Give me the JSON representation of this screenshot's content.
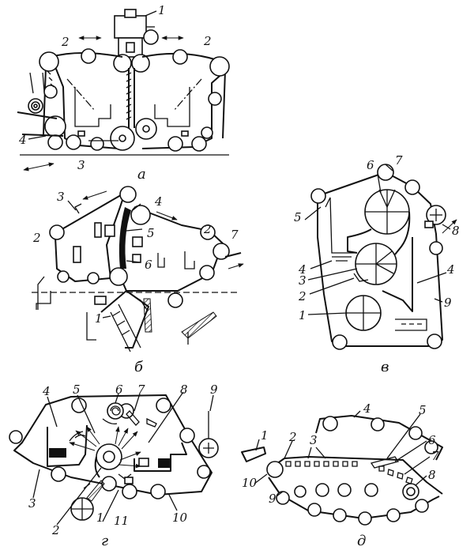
{
  "diagrams": [
    {
      "id": "a",
      "caption": "а",
      "labels": [
        {
          "id": "l1",
          "text": "1"
        },
        {
          "id": "l2a",
          "text": "2"
        },
        {
          "id": "l2b",
          "text": "2"
        },
        {
          "id": "l3",
          "text": "3"
        },
        {
          "id": "l4",
          "text": "4"
        }
      ]
    },
    {
      "id": "b",
      "caption": "б",
      "labels": [
        {
          "id": "l1",
          "text": "1"
        },
        {
          "id": "l2a",
          "text": "2"
        },
        {
          "id": "l2b",
          "text": "2"
        },
        {
          "id": "l3",
          "text": "3"
        },
        {
          "id": "l4",
          "text": "4"
        },
        {
          "id": "l5",
          "text": "5"
        },
        {
          "id": "l6",
          "text": "6"
        },
        {
          "id": "l7",
          "text": "7"
        }
      ]
    },
    {
      "id": "v",
      "caption": "в",
      "labels": [
        {
          "id": "l1",
          "text": "1"
        },
        {
          "id": "l2",
          "text": "2"
        },
        {
          "id": "l3",
          "text": "3"
        },
        {
          "id": "l4a",
          "text": "4"
        },
        {
          "id": "l4b",
          "text": "4"
        },
        {
          "id": "l5",
          "text": "5"
        },
        {
          "id": "l6",
          "text": "6"
        },
        {
          "id": "l7",
          "text": "7"
        },
        {
          "id": "l8",
          "text": "8"
        },
        {
          "id": "l9",
          "text": "9"
        }
      ]
    },
    {
      "id": "g",
      "caption": "г",
      "labels": [
        {
          "id": "l1",
          "text": "1"
        },
        {
          "id": "l2",
          "text": "2"
        },
        {
          "id": "l3",
          "text": "3"
        },
        {
          "id": "l4",
          "text": "4"
        },
        {
          "id": "l5",
          "text": "5"
        },
        {
          "id": "l6",
          "text": "6"
        },
        {
          "id": "l7",
          "text": "7"
        },
        {
          "id": "l8",
          "text": "8"
        },
        {
          "id": "l9",
          "text": "9"
        },
        {
          "id": "l10",
          "text": "10"
        },
        {
          "id": "l11",
          "text": "11"
        }
      ]
    },
    {
      "id": "d",
      "caption": "д",
      "labels": [
        {
          "id": "l1",
          "text": "1"
        },
        {
          "id": "l2",
          "text": "2"
        },
        {
          "id": "l3",
          "text": "3"
        },
        {
          "id": "l4",
          "text": "4"
        },
        {
          "id": "l5",
          "text": "5"
        },
        {
          "id": "l6",
          "text": "6"
        },
        {
          "id": "l7",
          "text": "7"
        },
        {
          "id": "l8",
          "text": "8"
        },
        {
          "id": "l9",
          "text": "9"
        },
        {
          "id": "l10",
          "text": "10"
        }
      ]
    }
  ]
}
